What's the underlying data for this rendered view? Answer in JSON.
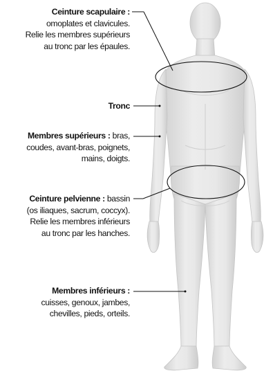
{
  "labels": {
    "scapulaire": {
      "title": "Ceinture scapulaire :",
      "lines": [
        "omoplates et clavicules.",
        "Relie les membres supérieurs",
        "au tronc par les épaules."
      ]
    },
    "tronc": {
      "title": "Tronc"
    },
    "superieurs": {
      "title": "Membres supérieurs :",
      "title_rest": " bras,",
      "lines": [
        "coudes, avant-bras, poignets,",
        "mains, doigts."
      ]
    },
    "pelvienne": {
      "title": "Ceinture pelvienne :",
      "title_rest": " bassin",
      "lines": [
        "(os iliaques, sacrum, coccyx).",
        "Relie les membres inférieurs",
        "au tronc par les hanches."
      ]
    },
    "inferieurs": {
      "title": "Membres inférieurs :",
      "lines": [
        "cuisses, genoux, jambes,",
        "chevilles, pieds, orteils."
      ]
    }
  },
  "colors": {
    "body": "#e4e4e4",
    "body_shade": "#cfcfcf",
    "outline": "#111111"
  }
}
